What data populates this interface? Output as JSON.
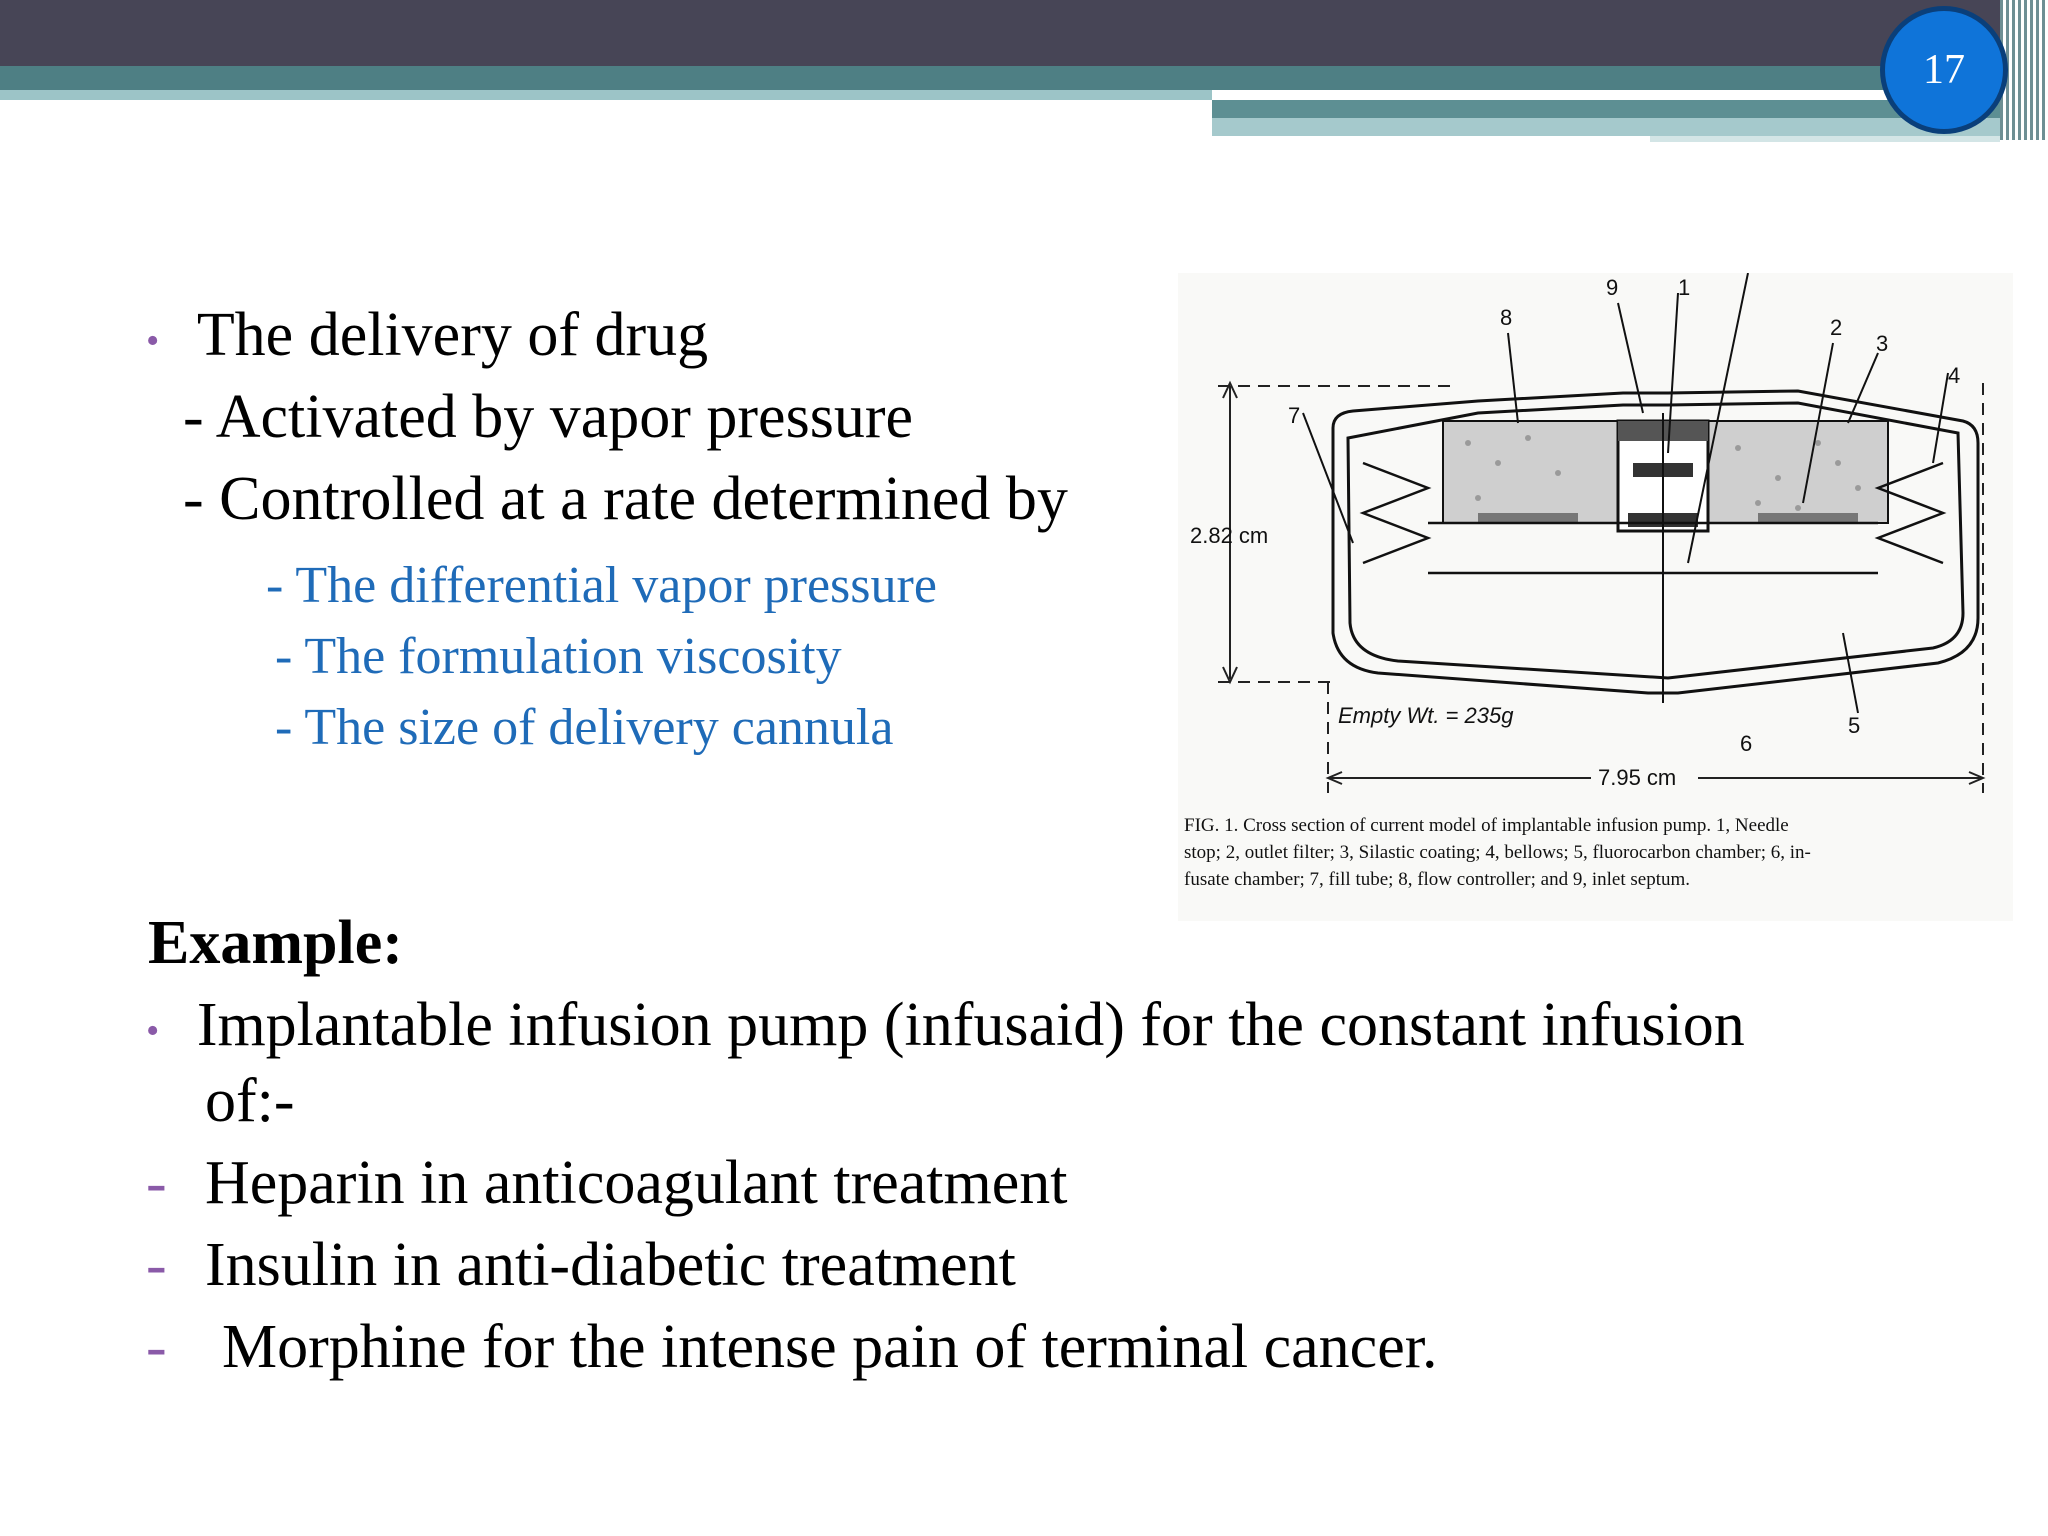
{
  "slide": {
    "page_number": "17",
    "bullets": {
      "b1": "The delivery of drug",
      "b1_sub1": "- Activated by vapor pressure",
      "b1_sub2": "- Controlled at a  rate determined by",
      "b1_sub2_a": "- The differential vapor pressure",
      "b1_sub2_b": "- The formulation viscosity",
      "b1_sub2_c": "- The size of delivery cannula"
    },
    "example_heading": "Example:",
    "example_bullet_line1": "Implantable infusion pump (infusaid) for the constant infusion",
    "example_bullet_line2": "of:-",
    "items": [
      "Heparin in anticoagulant treatment",
      "Insulin in anti-diabetic treatment",
      "Morphine for the intense pain of terminal cancer."
    ],
    "bullet_glyph": "•",
    "dash_glyph": "-"
  },
  "figure": {
    "height_label": "2.82 cm",
    "width_label": "7.95 cm",
    "weight_label": "Empty Wt. = 235g",
    "callouts": [
      "8",
      "9",
      "1",
      "2",
      "3",
      "4",
      "7",
      "6",
      "5"
    ],
    "caption_lines": [
      "FIG. 1. Cross section of current model of implantable infusion pump. 1, Needle",
      "stop; 2, outlet filter; 3, Silastic coating; 4, bellows; 5, fluorocarbon chamber; 6, in-",
      "fusate chamber; 7, fill tube; 8, flow controller; and 9, inlet septum."
    ]
  },
  "colors": {
    "dark_bar": "#474556",
    "teal": "#4e7f84",
    "bullet": "#8a5aa8",
    "sub_text": "#1f6bb8",
    "page_circle": "#0f74d9"
  }
}
